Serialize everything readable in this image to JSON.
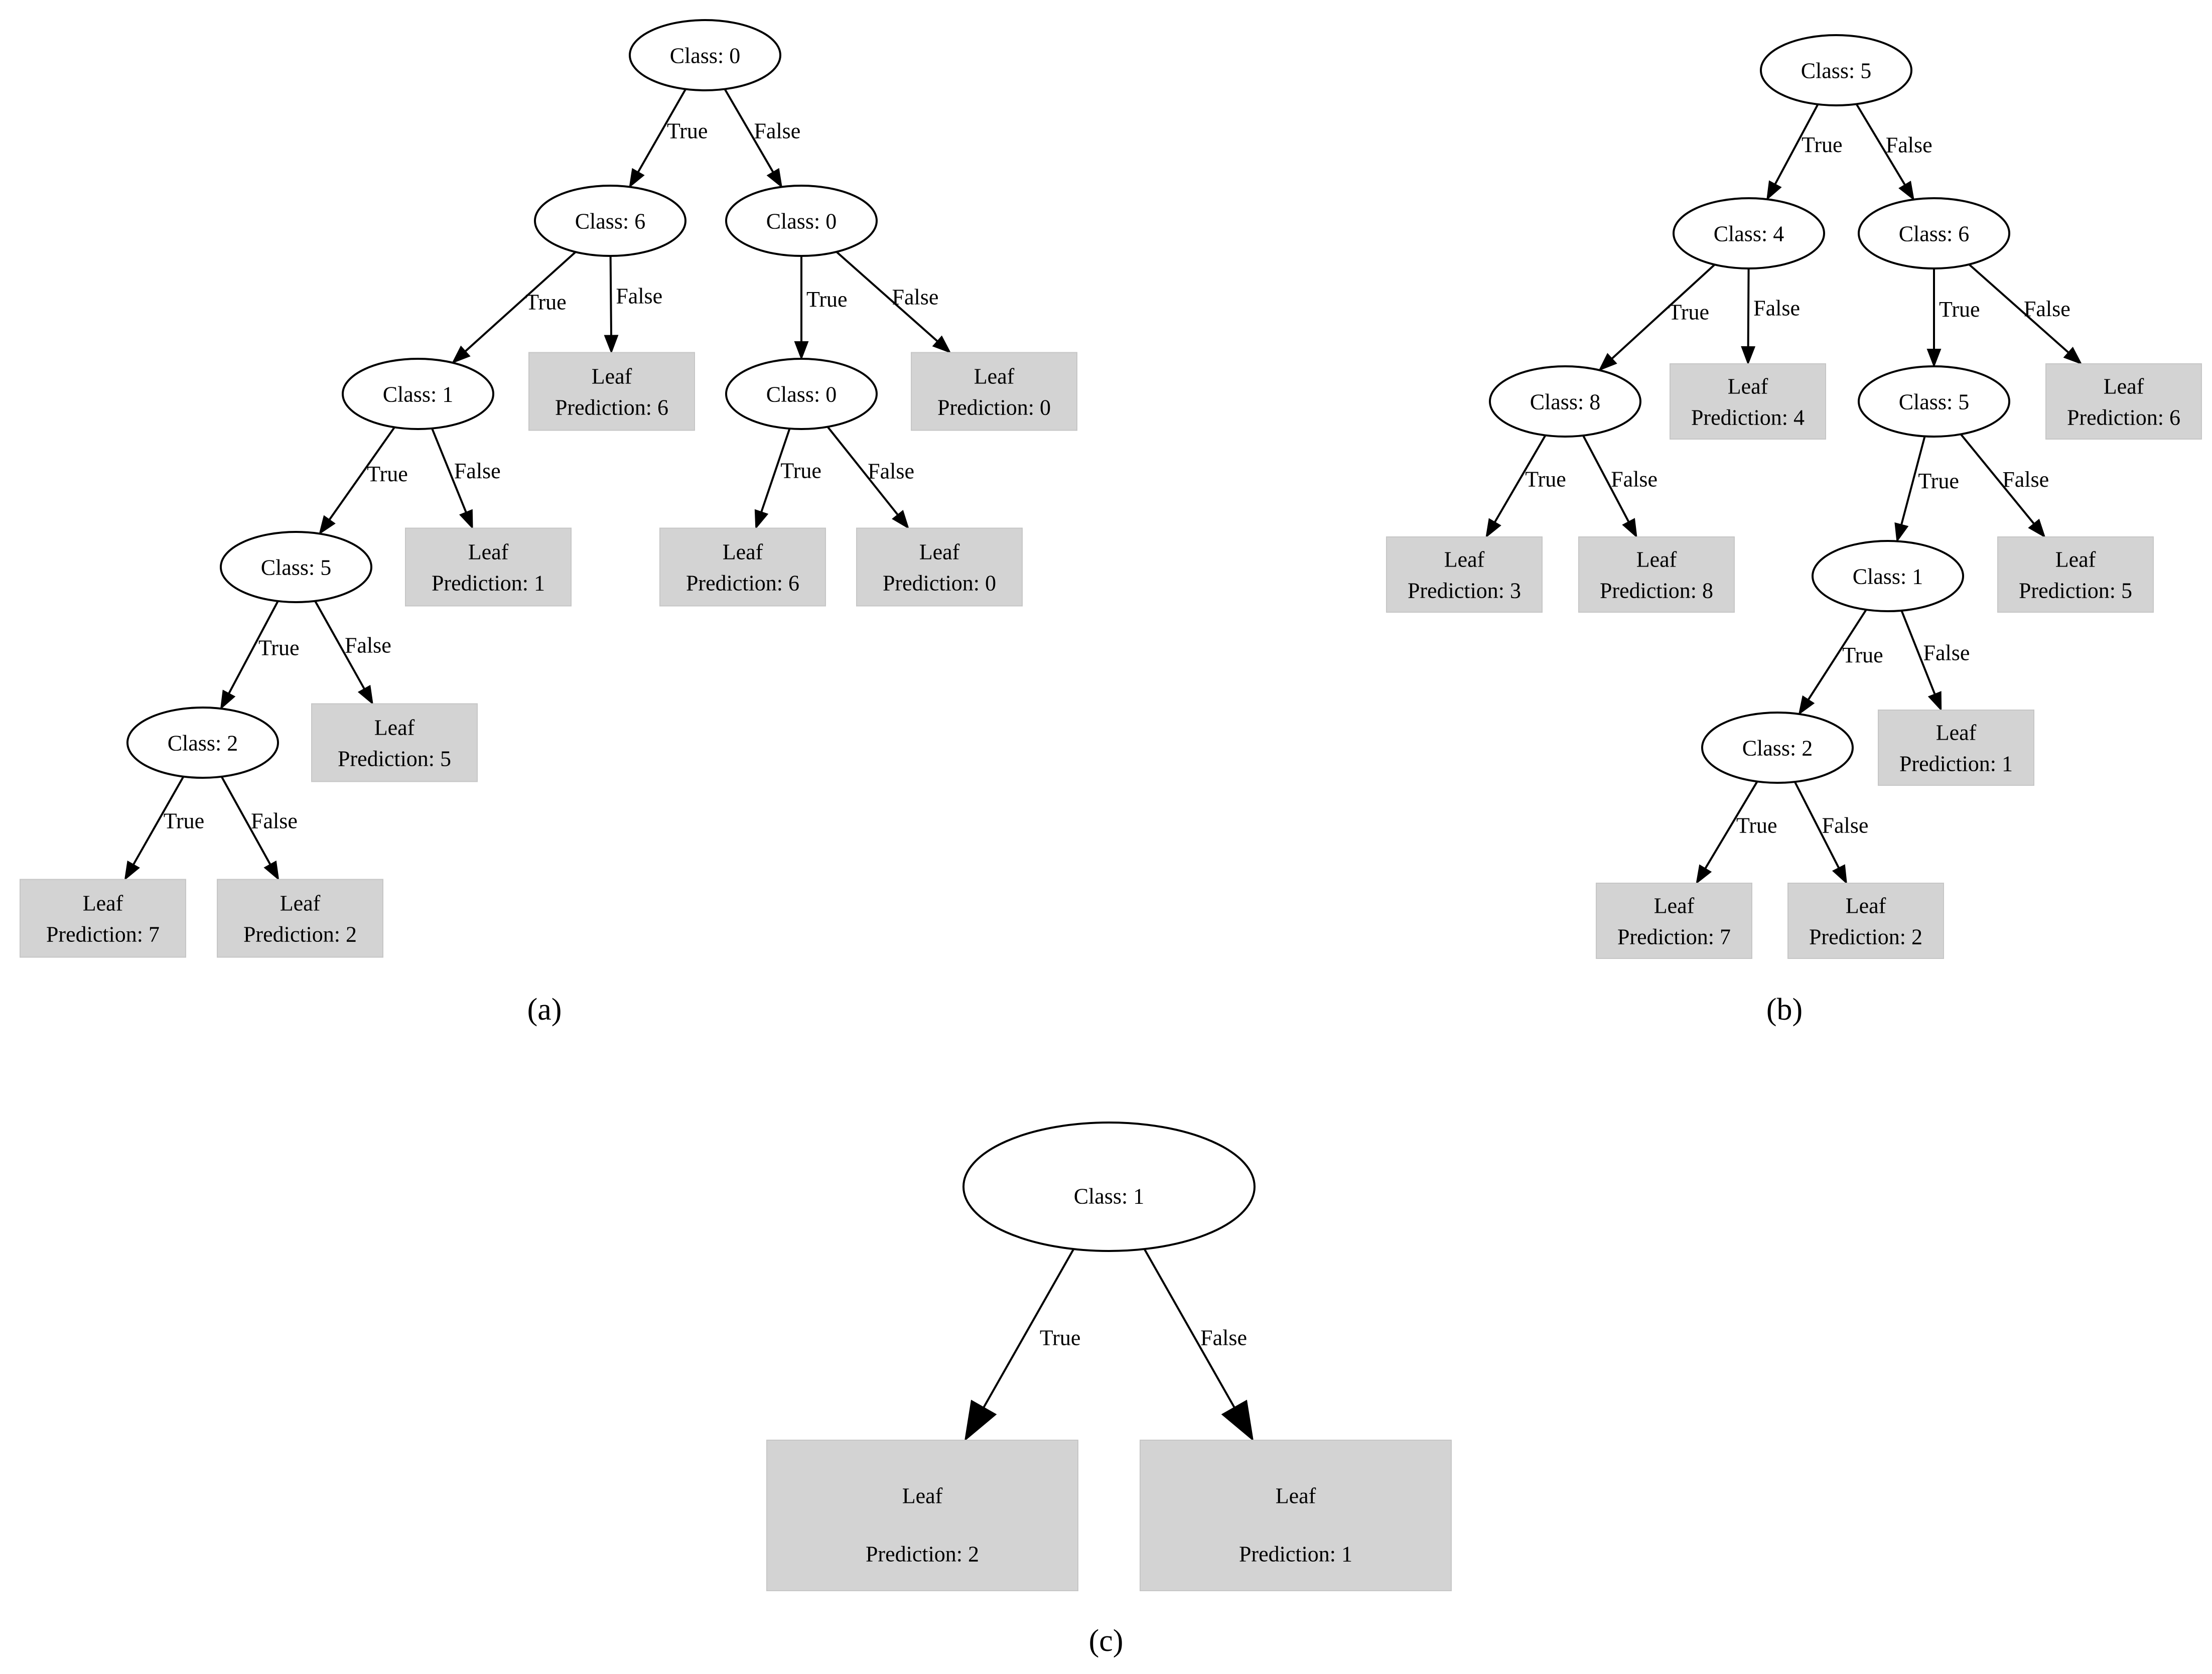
{
  "captions": {
    "a": "(a)",
    "b": "(b)",
    "c": "(c)"
  },
  "panel_a": {
    "nodes": {
      "n0": "Class: 0",
      "n1": "Class: 6",
      "n2": "Class: 0",
      "n3": "Class: 1",
      "n5": "Class: 0",
      "n7": "Class: 5",
      "n11": "Class: 2"
    },
    "leaves": {
      "l4": [
        "Leaf",
        "Prediction: 6"
      ],
      "l6": [
        "Leaf",
        "Prediction: 0"
      ],
      "l8": [
        "Leaf",
        "Prediction: 1"
      ],
      "l9": [
        "Leaf",
        "Prediction: 6"
      ],
      "l10": [
        "Leaf",
        "Prediction: 0"
      ],
      "l12": [
        "Leaf",
        "Prediction: 5"
      ],
      "l13": [
        "Leaf",
        "Prediction: 7"
      ],
      "l14": [
        "Leaf",
        "Prediction: 2"
      ]
    },
    "edges": [
      {
        "from": "n0",
        "to": "n1",
        "label": "True"
      },
      {
        "from": "n0",
        "to": "n2",
        "label": "False"
      },
      {
        "from": "n1",
        "to": "n3",
        "label": "True"
      },
      {
        "from": "n1",
        "to": "l4",
        "label": "False"
      },
      {
        "from": "n2",
        "to": "n5",
        "label": "True"
      },
      {
        "from": "n2",
        "to": "l6",
        "label": "False"
      },
      {
        "from": "n3",
        "to": "n7",
        "label": "True"
      },
      {
        "from": "n3",
        "to": "l8",
        "label": "False"
      },
      {
        "from": "n5",
        "to": "l9",
        "label": "True"
      },
      {
        "from": "n5",
        "to": "l10",
        "label": "False"
      },
      {
        "from": "n7",
        "to": "n11",
        "label": "True"
      },
      {
        "from": "n7",
        "to": "l12",
        "label": "False"
      },
      {
        "from": "n11",
        "to": "l13",
        "label": "True"
      },
      {
        "from": "n11",
        "to": "l14",
        "label": "False"
      }
    ]
  },
  "panel_b": {
    "nodes": {
      "n0": "Class: 5",
      "n1": "Class: 4",
      "n2": "Class: 6",
      "n3": "Class: 8",
      "n6": "Class: 5",
      "n10": "Class: 1",
      "n12": "Class: 2"
    },
    "leaves": {
      "l4": [
        "Leaf",
        "Prediction: 4"
      ],
      "l7": [
        "Leaf",
        "Prediction: 6"
      ],
      "l8": [
        "Leaf",
        "Prediction: 3"
      ],
      "l9": [
        "Leaf",
        "Prediction: 8"
      ],
      "l11": [
        "Leaf",
        "Prediction: 5"
      ],
      "l13": [
        "Leaf",
        "Prediction: 1"
      ],
      "l14": [
        "Leaf",
        "Prediction: 7"
      ],
      "l15": [
        "Leaf",
        "Prediction: 2"
      ]
    },
    "edges": [
      {
        "from": "n0",
        "to": "n1",
        "label": "True"
      },
      {
        "from": "n0",
        "to": "n2",
        "label": "False"
      },
      {
        "from": "n1",
        "to": "n3",
        "label": "True"
      },
      {
        "from": "n1",
        "to": "l4",
        "label": "False"
      },
      {
        "from": "n2",
        "to": "n6",
        "label": "True"
      },
      {
        "from": "n2",
        "to": "l7",
        "label": "False"
      },
      {
        "from": "n3",
        "to": "l8",
        "label": "True"
      },
      {
        "from": "n3",
        "to": "l9",
        "label": "False"
      },
      {
        "from": "n6",
        "to": "n10",
        "label": "True"
      },
      {
        "from": "n6",
        "to": "l11",
        "label": "False"
      },
      {
        "from": "n10",
        "to": "n12",
        "label": "True"
      },
      {
        "from": "n10",
        "to": "l13",
        "label": "False"
      },
      {
        "from": "n12",
        "to": "l14",
        "label": "True"
      },
      {
        "from": "n12",
        "to": "l15",
        "label": "False"
      }
    ]
  },
  "panel_c": {
    "nodes": {
      "n0": "Class: 1"
    },
    "leaves": {
      "l1": [
        "Leaf",
        "Prediction: 2"
      ],
      "l2": [
        "Leaf",
        "Prediction: 1"
      ]
    },
    "edges": [
      {
        "from": "n0",
        "to": "l1",
        "label": "True"
      },
      {
        "from": "n0",
        "to": "l2",
        "label": "False"
      }
    ]
  },
  "colors": {
    "leaf_fill": "#d3d3d3",
    "stroke": "#000000",
    "background": "#ffffff"
  }
}
